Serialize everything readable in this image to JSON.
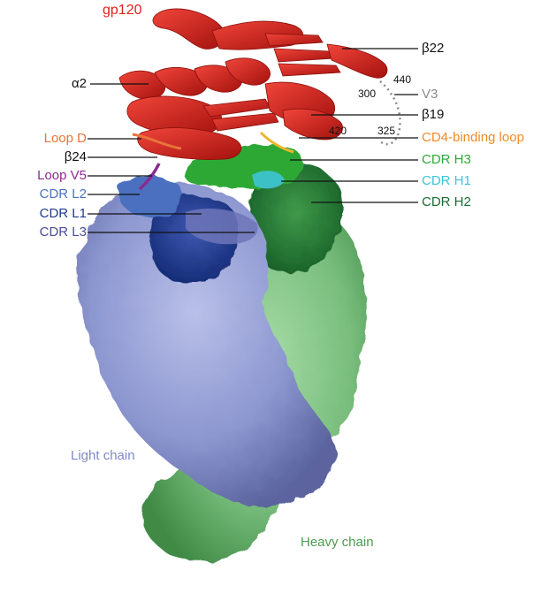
{
  "title": "gp120",
  "colors": {
    "gp120": "#e0201b",
    "loop_d": "#e8743a",
    "loop_v5": "#8b2a8f",
    "cdr_l2": "#4b70c0",
    "cdr_l1": "#1f3a8c",
    "cdr_l3": "#4a4a9a",
    "cd4_binding_loop": "#f08a2a",
    "cdr_h3": "#2ea836",
    "cdr_h1": "#3ec3d6",
    "cdr_h2": "#1b6b32",
    "v3": "#8a8a8a",
    "light_chain": "#7f89c6",
    "heavy_chain": "#4a9d4e",
    "label_black": "#111111"
  },
  "labels_left": {
    "alpha2": "α2",
    "loop_d": "Loop D",
    "beta24": "β24",
    "loop_v5": "Loop V5",
    "cdr_l2": "CDR L2",
    "cdr_l1": "CDR L1",
    "cdr_l3": "CDR L3"
  },
  "labels_right": {
    "beta22": "β22",
    "v3": "V3",
    "beta19": "β19",
    "cd4_binding_loop": "CD4-binding loop",
    "cdr_h3": "CDR H3",
    "cdr_h1": "CDR H1",
    "cdr_h2": "CDR H2"
  },
  "residue_numbers": {
    "n440": "440",
    "n300": "300",
    "n420": "420",
    "n325": "325"
  },
  "chain_labels": {
    "light_chain": "Light chain",
    "heavy_chain": "Heavy chain"
  }
}
